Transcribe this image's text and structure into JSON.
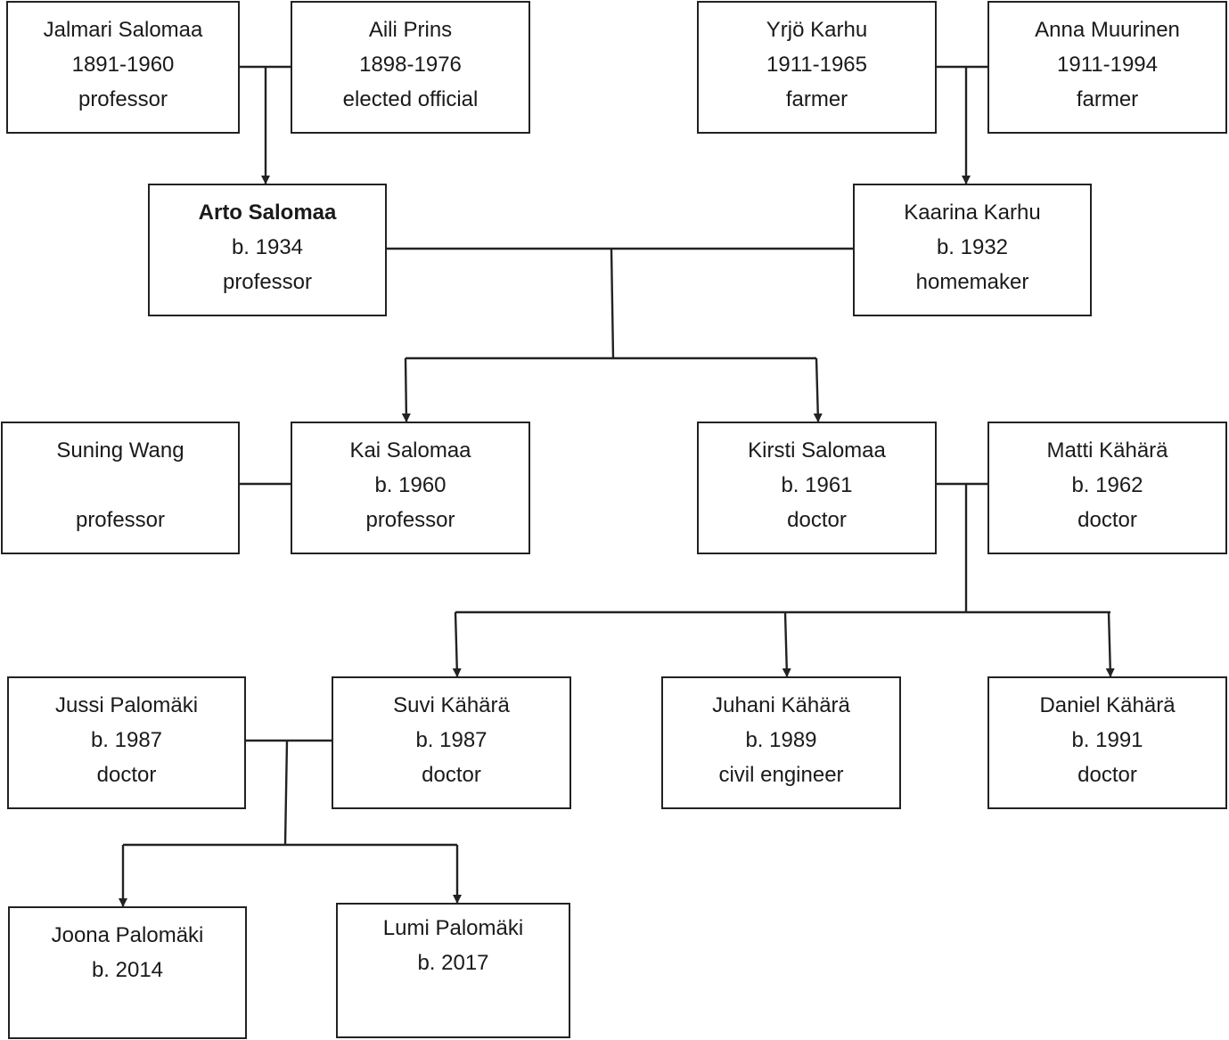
{
  "people": {
    "jalmari": {
      "name": "Jalmari Salomaa",
      "years": "1891-1960",
      "occupation": "professor"
    },
    "aili": {
      "name": "Aili Prins",
      "years": "1898-1976",
      "occupation": "elected official"
    },
    "yrjo": {
      "name": "Yrjö Karhu",
      "years": "1911-1965",
      "occupation": "farmer"
    },
    "anna": {
      "name": "Anna Muurinen",
      "years": "1911-1994",
      "occupation": "farmer"
    },
    "arto": {
      "name": "Arto Salomaa",
      "years": "b. 1934",
      "occupation": "professor"
    },
    "kaarina": {
      "name": "Kaarina Karhu",
      "years": "b. 1932",
      "occupation": "homemaker"
    },
    "suning": {
      "name": "Suning Wang",
      "years": "",
      "occupation": "professor"
    },
    "kai": {
      "name": "Kai Salomaa",
      "years": "b. 1960",
      "occupation": "professor"
    },
    "kirsti": {
      "name": "Kirsti Salomaa",
      "years": "b. 1961",
      "occupation": "doctor"
    },
    "matti": {
      "name": "Matti Kähärä",
      "years": "b. 1962",
      "occupation": "doctor"
    },
    "jussi": {
      "name": "Jussi Palomäki",
      "years": "b. 1987",
      "occupation": "doctor"
    },
    "suvi": {
      "name": "Suvi Kähärä",
      "years": "b. 1987",
      "occupation": "doctor"
    },
    "juhani": {
      "name": "Juhani Kähärä",
      "years": "b. 1989",
      "occupation": "civil engineer"
    },
    "daniel": {
      "name": "Daniel Kähärä",
      "years": "b. 1991",
      "occupation": "doctor"
    },
    "joona": {
      "name": "Joona Palomäki",
      "years": "b. 2014"
    },
    "lumi": {
      "name": "Lumi Palomäki",
      "years": "b. 2017"
    }
  }
}
